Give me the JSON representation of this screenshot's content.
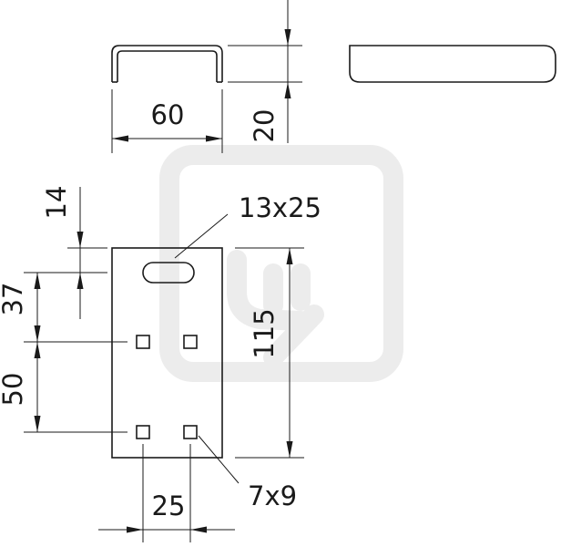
{
  "drawing": {
    "dimensions": {
      "width_top": "60",
      "height_top": "20",
      "slot_top": "13x25",
      "offset_top": "14",
      "pitch_upper": "37",
      "pitch_lower": "50",
      "total_height": "115",
      "hole_spacing": "25",
      "hole_size": "7x9"
    }
  }
}
